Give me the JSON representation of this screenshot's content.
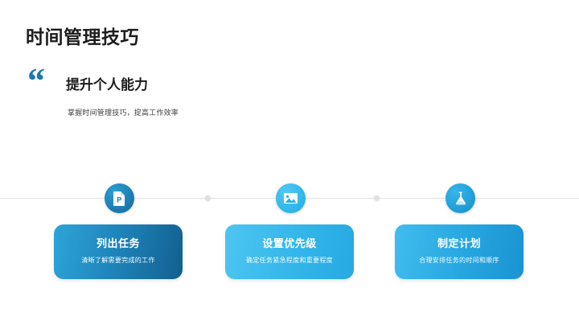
{
  "slide": {
    "title": "时间管理技巧",
    "quote": {
      "mark": "“",
      "mark_icon": "quote-icon",
      "heading": "提升个人能力",
      "subtext": "掌握时间管理技巧，提高工作效率"
    },
    "timeline": {
      "marker_dots": 2
    },
    "steps": [
      {
        "icon": "document-p-icon",
        "title": "列出任务",
        "description": "清晰了解需要完成的工作",
        "circle_color": "#1a74ab",
        "card_color_start": "#2ea4d8",
        "card_color_end": "#12608f"
      },
      {
        "icon": "image-picture-icon",
        "title": "设置优先级",
        "description": "确定任务紧急程度和重要程度",
        "circle_color": "#2cb3e8",
        "card_color_start": "#4ec5f2",
        "card_color_end": "#26a9e1"
      },
      {
        "icon": "flask-icon",
        "title": "制定计划",
        "description": "合理安排任务的时间和顺序",
        "circle_color": "#1d97d4",
        "card_color_start": "#40bdee",
        "card_color_end": "#1a93d2"
      }
    ]
  },
  "colors": {
    "background": "#ffffff",
    "title_text": "#1c1c1c",
    "quote_accent": "#1c78aa",
    "timeline_line": "#e3e3e3",
    "card_text": "#ffffff"
  }
}
